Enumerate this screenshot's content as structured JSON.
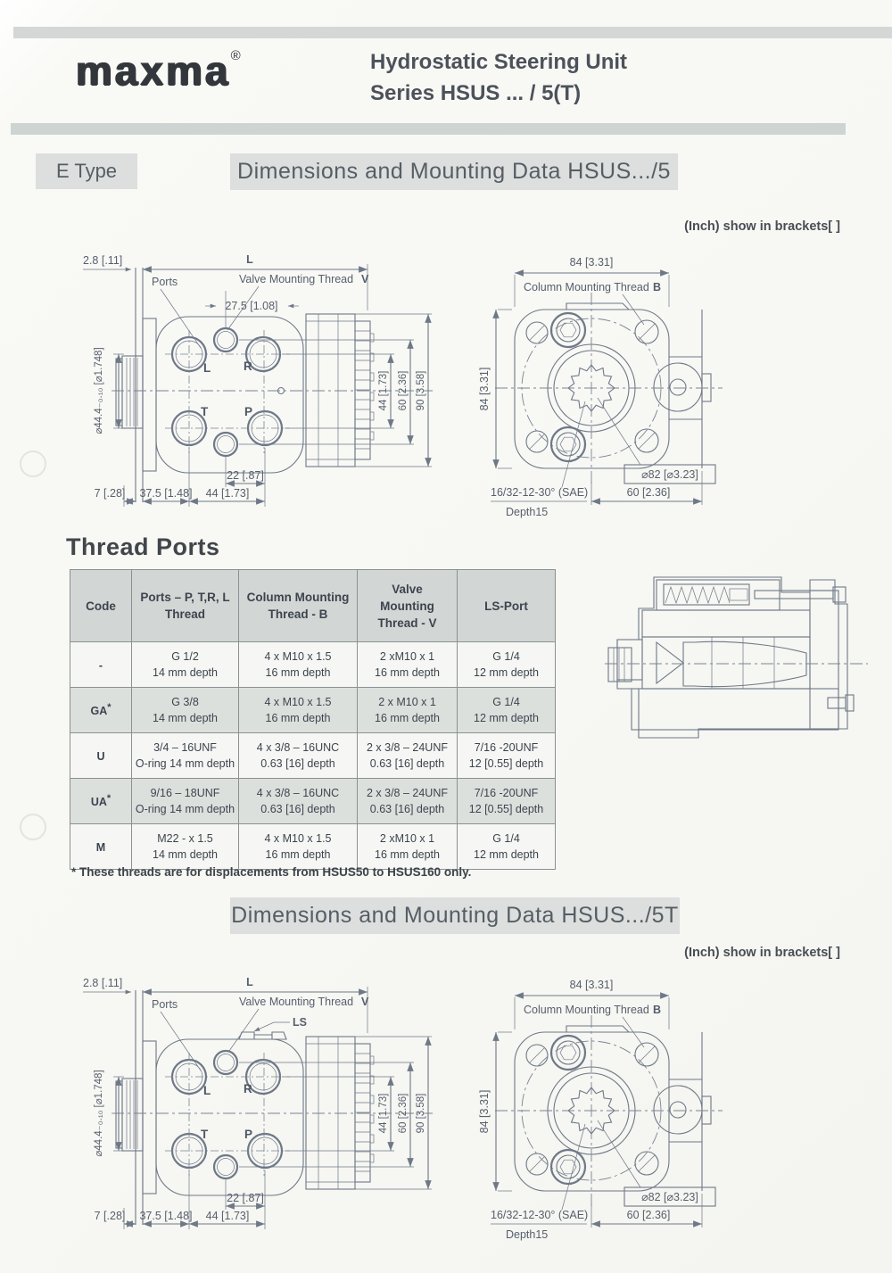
{
  "header": {
    "logo": "maxma",
    "logo_reg": "®",
    "title_line1": "Hydrostatic Steering Unit",
    "title_line2": "Series HSUS ... / 5(T)"
  },
  "section1": {
    "type_label": "E Type",
    "heading": "Dimensions and Mounting Data HSUS.../5",
    "inch_note": "(Inch) show in brackets[ ]"
  },
  "section2": {
    "heading": "Dimensions and Mounting Data HSUS.../5T",
    "inch_note": "(Inch) show in brackets[ ]"
  },
  "side_view": {
    "dim_plate": "2.8 [.11]",
    "dim_length": "L",
    "ports_label": "Ports",
    "valve_thread_label": "Valve Mounting Thread",
    "valve_thread_bold": "V",
    "ls_label": "LS",
    "dim_valve_offset": "27.5 [1.08]",
    "port_l": "L",
    "port_r": "R",
    "port_t": "T",
    "port_p": "P",
    "dim_shaft_dia": "⌀44.4₋₀.₁₀ [⌀1.748]",
    "dim_port_v": "44 [1.73]",
    "dim_valve_v": "60 [2.36]",
    "dim_body_v": "90 [3.58]",
    "dim_22": "22 [.87]",
    "dim_7": "7 [.28]",
    "dim_37_5": "37.5 [1.48]",
    "dim_44_bottom": "44 [1.73]"
  },
  "front_view": {
    "dim_width": "84 [3.31]",
    "column_thread_label": "Column Mounting Thread",
    "column_thread_bold": "B",
    "dim_height": "84 [3.31]",
    "dim_bolt_circle": "⌀82 [⌀3.23]",
    "spline_label": "16/32-12-30° (SAE)",
    "depth_label": "Depth15",
    "dim_60": "60 [2.36]"
  },
  "thread_ports": {
    "title": "Thread Ports",
    "headers": {
      "code": "Code",
      "ports_l1": "Ports – P, T,R, L",
      "ports_l2": "Thread",
      "column_l1": "Column Mounting",
      "column_l2": "Thread - B",
      "valve_l1": "Valve",
      "valve_l2": "Mounting",
      "valve_l3": "Thread - V",
      "ls": "LS-Port"
    },
    "rows": [
      {
        "code": "-",
        "sup": "",
        "ports1": "G 1/2",
        "ports2": "14 mm depth",
        "col1": "4 x M10 x 1.5",
        "col2": "16 mm depth",
        "valve1": "2 xM10 x 1",
        "valve2": "16 mm depth",
        "ls1": "G 1/4",
        "ls2": "12 mm depth"
      },
      {
        "code": "GA",
        "sup": "*",
        "ports1": "G 3/8",
        "ports2": "14 mm depth",
        "col1": "4 x M10 x 1.5",
        "col2": "16 mm depth",
        "valve1": "2 x M10 x 1",
        "valve2": "16 mm depth",
        "ls1": "G 1/4",
        "ls2": "12 mm depth"
      },
      {
        "code": "U",
        "sup": "",
        "ports1": "3/4 – 16UNF",
        "ports2": "O-ring 14 mm depth",
        "col1": "4 x 3/8 – 16UNC",
        "col2": "0.63 [16] depth",
        "valve1": "2 x 3/8 – 24UNF",
        "valve2": "0.63 [16] depth",
        "ls1": "7/16 -20UNF",
        "ls2": "12 [0.55] depth"
      },
      {
        "code": "UA",
        "sup": "*",
        "ports1": "9/16 – 18UNF",
        "ports2": "O-ring 14 mm depth",
        "col1": "4 x 3/8 – 16UNC",
        "col2": "0.63 [16] depth",
        "valve1": "2 x 3/8 – 24UNF",
        "valve2": "0.63 [16] depth",
        "ls1": "7/16 -20UNF",
        "ls2": "12 [0.55] depth"
      },
      {
        "code": "M",
        "sup": "",
        "ports1": "M22 - x 1.5",
        "ports2": "14 mm depth",
        "col1": "4 x M10 x 1.5",
        "col2": "16 mm depth",
        "valve1": "2 xM10 x 1",
        "valve2": "16 mm depth",
        "ls1": "G 1/4",
        "ls2": "12 mm depth"
      }
    ],
    "footnote": "* These threads are for displacements from HSUS50 to HSUS160 only."
  }
}
